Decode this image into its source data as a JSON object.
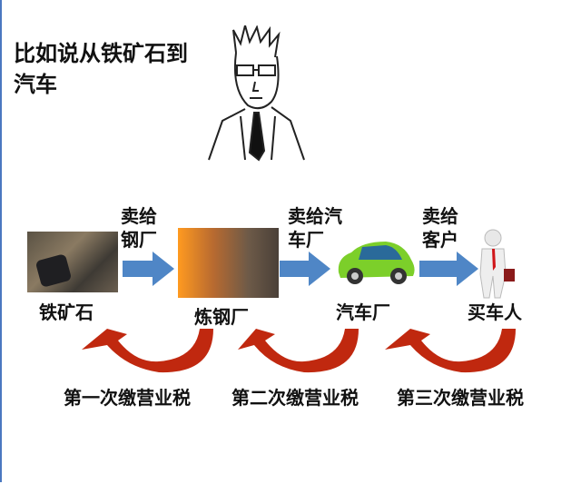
{
  "title": {
    "line1": "比如说从铁矿石到",
    "line2": "汽车"
  },
  "flow_labels": [
    {
      "line1": "卖给",
      "line2": "钢厂"
    },
    {
      "line1": "卖给汽",
      "line2": "车厂"
    },
    {
      "line1": "卖给",
      "line2": "客户"
    }
  ],
  "nodes": [
    "铁矿石",
    "炼钢厂",
    "汽车厂",
    "买车人"
  ],
  "taxes": [
    "第一次缴营业税",
    "第二次缴营业税",
    "第三次缴营业税"
  ],
  "colors": {
    "arrow_blue": "#4f86c6",
    "arrow_red": "#c0280f",
    "car": "#7ccf2a"
  }
}
